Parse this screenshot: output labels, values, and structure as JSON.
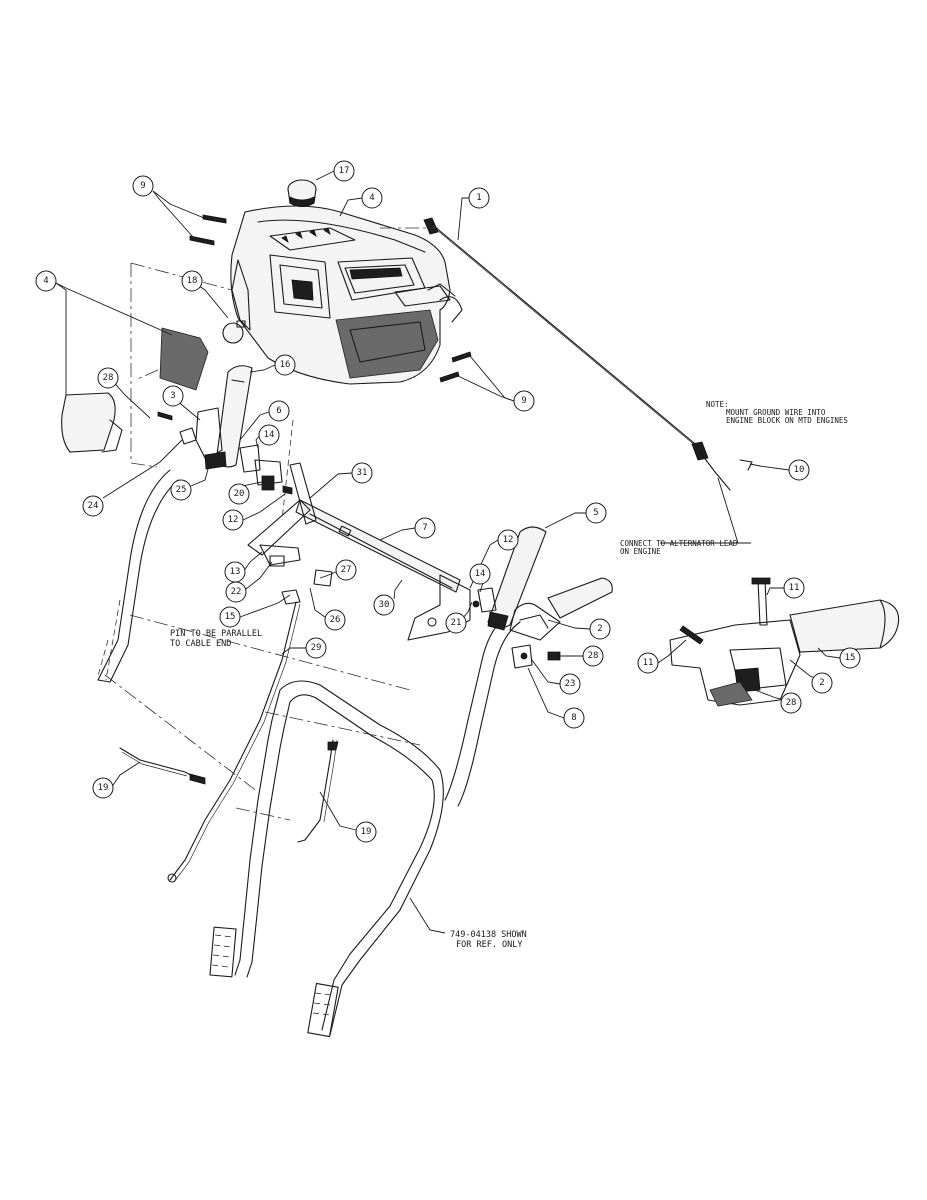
{
  "callouts": [
    {
      "id": "c17",
      "label": "17"
    },
    {
      "id": "c4a",
      "label": "4"
    },
    {
      "id": "c1",
      "label": "1"
    },
    {
      "id": "c9a",
      "label": "9"
    },
    {
      "id": "c4b",
      "label": "4"
    },
    {
      "id": "c18",
      "label": "18"
    },
    {
      "id": "c16",
      "label": "16"
    },
    {
      "id": "c28a",
      "label": "28"
    },
    {
      "id": "c3",
      "label": "3"
    },
    {
      "id": "c6",
      "label": "6"
    },
    {
      "id": "c14a",
      "label": "14"
    },
    {
      "id": "c9b",
      "label": "9"
    },
    {
      "id": "c10",
      "label": "10"
    },
    {
      "id": "c31",
      "label": "31"
    },
    {
      "id": "c25",
      "label": "25"
    },
    {
      "id": "c20",
      "label": "20"
    },
    {
      "id": "c24",
      "label": "24"
    },
    {
      "id": "c12a",
      "label": "12"
    },
    {
      "id": "c7",
      "label": "7"
    },
    {
      "id": "c5",
      "label": "5"
    },
    {
      "id": "c12b",
      "label": "12"
    },
    {
      "id": "c13",
      "label": "13"
    },
    {
      "id": "c27",
      "label": "27"
    },
    {
      "id": "c14b",
      "label": "14"
    },
    {
      "id": "c22",
      "label": "22"
    },
    {
      "id": "c30",
      "label": "30"
    },
    {
      "id": "c21",
      "label": "21"
    },
    {
      "id": "c2a",
      "label": "2"
    },
    {
      "id": "c11a",
      "label": "11"
    },
    {
      "id": "c15a",
      "label": "15"
    },
    {
      "id": "c26",
      "label": "26"
    },
    {
      "id": "c28b",
      "label": "28"
    },
    {
      "id": "c29",
      "label": "29"
    },
    {
      "id": "c23",
      "label": "23"
    },
    {
      "id": "c8",
      "label": "8"
    },
    {
      "id": "c11b",
      "label": "11"
    },
    {
      "id": "c15b",
      "label": "15"
    },
    {
      "id": "c2b",
      "label": "2"
    },
    {
      "id": "c28c",
      "label": "28"
    },
    {
      "id": "c19a",
      "label": "19"
    },
    {
      "id": "c19b",
      "label": "19"
    }
  ],
  "notes": {
    "note_head": "NOTE:",
    "note_line1": "MOUNT GROUND WIRE INTO",
    "note_line2": "ENGINE BLOCK ON MTD ENGINES",
    "alt_line1": "CONNECT TO ALTERNATOR LEAD",
    "alt_line2": "ON ENGINE",
    "pin_line1": "PIN TO BE PARALLEL",
    "pin_line2": "TO CABLE END",
    "ref_line1": "749-04138 SHOWN",
    "ref_line2": "FOR REF. ONLY"
  }
}
